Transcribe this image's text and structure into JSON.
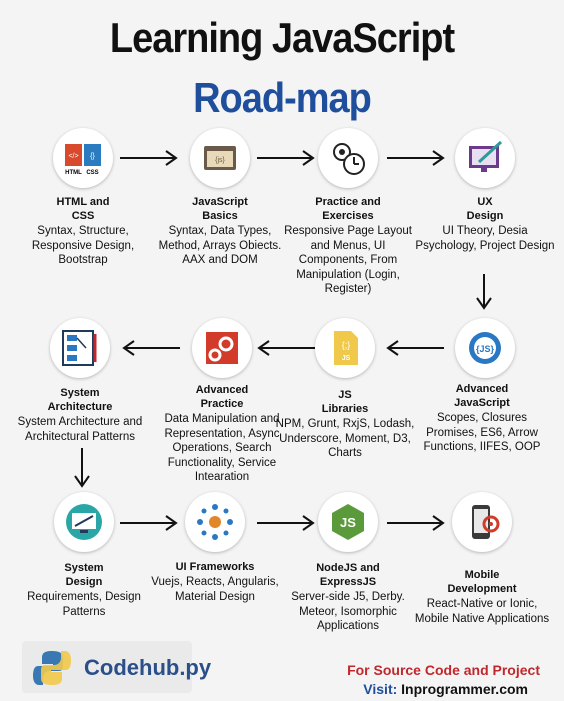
{
  "header": {
    "title": "Learning JavaScript",
    "subtitle": "Road-map"
  },
  "nodes": [
    {
      "title": "HTML and CSS",
      "desc": "Syntax, Structure, Responsive Design, Bootstrap"
    },
    {
      "title": "JavaScript Basics",
      "desc": "Syntax, Data Types, Method, Arrays Obiects. AAX and DOM"
    },
    {
      "title": "Practice and Exercises",
      "desc": "Responsive Page Layout and Menus, UI Components, From Manipulation (Login, Register)"
    },
    {
      "title": "UX Design",
      "desc": "UI Theory, Desia Psychology, Project Design"
    },
    {
      "title": "Advanced JavaScript",
      "desc": "Scopes, Closures Promises, ES6, Arrow Functions, IIFES, OOP"
    },
    {
      "title": "JS Libraries",
      "desc": "NPM, Grunt, RxjS, Lodash, Underscore, Moment, D3, Charts"
    },
    {
      "title": "Advanced Practice",
      "desc": "Data Manipulation and Representation, Async Operations, Search Functionality, Service Intearation"
    },
    {
      "title": "System Architecture",
      "desc": "System Architecture and Architectural Patterns"
    },
    {
      "title": "System Design",
      "desc": "Requirements, Design Patterns"
    },
    {
      "title": "UI Frameworks",
      "desc": "Vuejs, Reacts, Angularis, Material Design"
    },
    {
      "title": "NodeJS and ExpressJS",
      "desc": "Server-side J5, Derby. Meteor, Isomorphic Applications"
    },
    {
      "title": "Mobile Development",
      "desc": "React-Native or Ionic, Mobile Native Applications"
    }
  ],
  "icon_labels": {
    "html": "HTML",
    "css": "CSS",
    "html_glyph": "</>",
    "css_glyph": "{}",
    "js_brace": "{js}",
    "js_braces": "{;}",
    "js_small": "JS",
    "js_paren": "{JS}",
    "node_js": "JS"
  },
  "footer": {
    "brand": "Codehub.py",
    "cta": "For Source Code and Project",
    "visit_label": "Visit:",
    "url": "Inprogrammer.com"
  },
  "colors": {
    "title": "#111111",
    "subtitle": "#1f4e9c",
    "cta": "#c0282d",
    "brand": "#2a4f8a"
  }
}
